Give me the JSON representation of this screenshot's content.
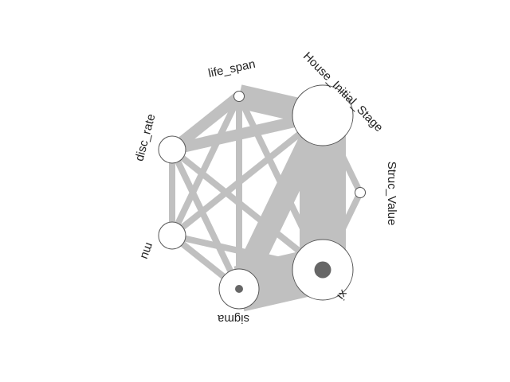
{
  "colors": {
    "background": "#ffffff",
    "edge": "#c0c0c0",
    "node_fill": "#ffffff",
    "node_stroke": "#555555",
    "inner_dot": "#666666",
    "label": "#222222"
  },
  "nodes": [
    {
      "id": "house",
      "label": "House_Initial_Stage",
      "size": "large",
      "inner_dot": "none"
    },
    {
      "id": "struc",
      "label": "Struc_Value",
      "size": "tiny",
      "inner_dot": "none"
    },
    {
      "id": "xi",
      "label": "xi",
      "size": "large",
      "inner_dot": "large"
    },
    {
      "id": "sigma",
      "label": "sigma",
      "size": "medium",
      "inner_dot": "small"
    },
    {
      "id": "mu",
      "label": "mu",
      "size": "small",
      "inner_dot": "none"
    },
    {
      "id": "disc",
      "label": "disc_rate",
      "size": "small",
      "inner_dot": "none"
    },
    {
      "id": "life",
      "label": "life_span",
      "size": "tiny",
      "inner_dot": "none"
    }
  ],
  "edges": [
    {
      "from": "house",
      "to": "xi",
      "weight": "very-heavy"
    },
    {
      "from": "house",
      "to": "sigma",
      "weight": "heavy"
    },
    {
      "from": "house",
      "to": "life",
      "weight": "heavy"
    },
    {
      "from": "house",
      "to": "disc",
      "weight": "medium"
    },
    {
      "from": "house",
      "to": "mu",
      "weight": "light"
    },
    {
      "from": "xi",
      "to": "sigma",
      "weight": "very-heavy"
    },
    {
      "from": "xi",
      "to": "struc",
      "weight": "light"
    },
    {
      "from": "xi",
      "to": "disc",
      "weight": "light"
    },
    {
      "from": "xi",
      "to": "life",
      "weight": "light"
    },
    {
      "from": "xi",
      "to": "mu",
      "weight": "light"
    },
    {
      "from": "struc",
      "to": "house",
      "weight": "light"
    },
    {
      "from": "sigma",
      "to": "life",
      "weight": "light"
    },
    {
      "from": "sigma",
      "to": "mu",
      "weight": "light"
    },
    {
      "from": "sigma",
      "to": "disc",
      "weight": "light"
    },
    {
      "from": "mu",
      "to": "disc",
      "weight": "light"
    },
    {
      "from": "mu",
      "to": "life",
      "weight": "light"
    },
    {
      "from": "disc",
      "to": "life",
      "weight": "medium"
    }
  ]
}
